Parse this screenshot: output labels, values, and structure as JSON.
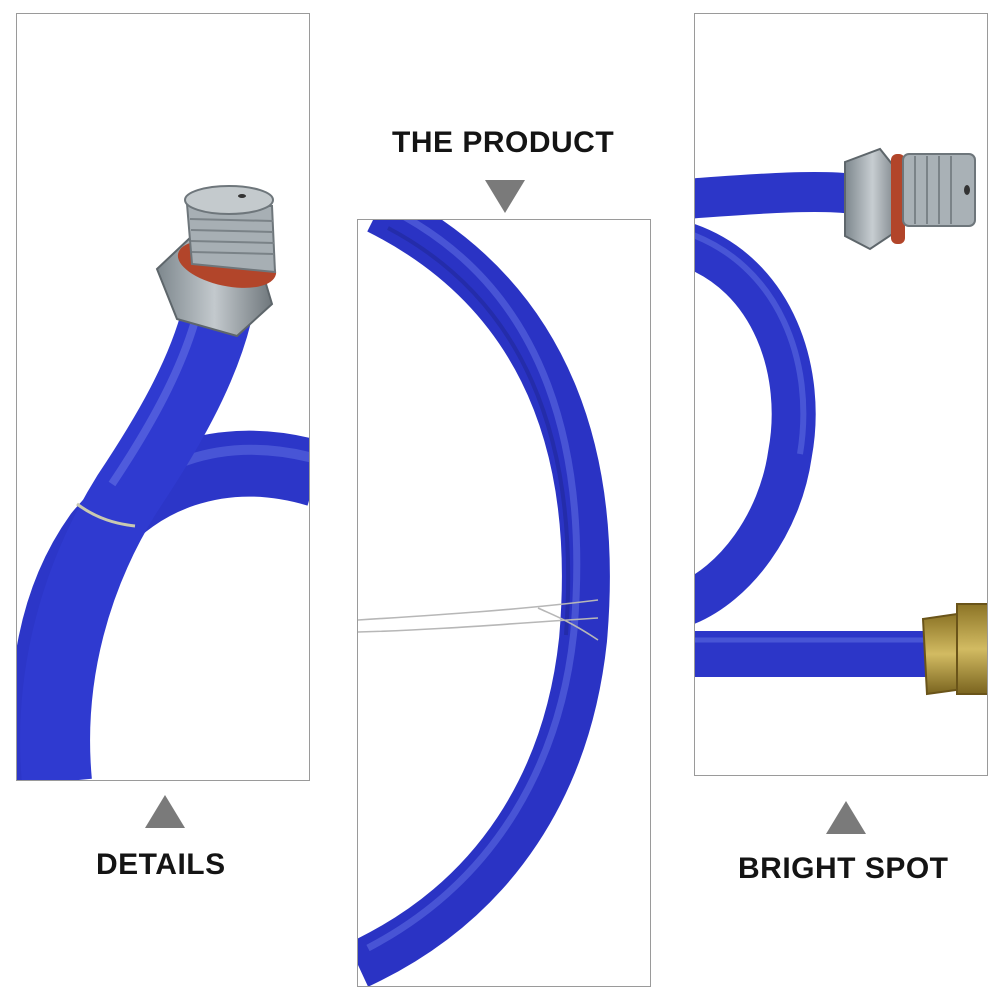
{
  "captions": {
    "product": "THE PRODUCT",
    "details": "DETAILS",
    "bright_spot": "BRIGHT SPOT"
  },
  "images": {
    "details": "close-up of blue hose with threaded metal fitting",
    "product": "blue hose curve with thin wire",
    "bright_spot": "blue hose loop with metal and brass fittings"
  },
  "colors": {
    "hose_blue": "#2c36c8",
    "hose_highlight": "#5b6be0",
    "fitting_gray": "#9aa3a8",
    "brass": "#b49a3c",
    "seal_orange": "#b2452a",
    "arrow_gray": "#7a7a7a",
    "caption_text": "#141414"
  }
}
